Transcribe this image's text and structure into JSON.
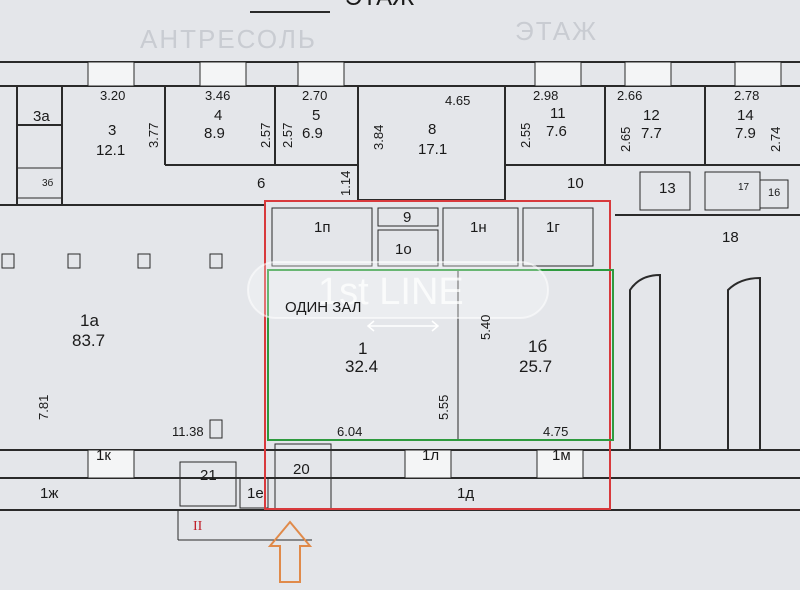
{
  "floor_heading": "ЭТАЖ",
  "ghost_text": [
    "АНТРЕСОЛЬ",
    "ЭТАЖ"
  ],
  "watermark": "1st LINE",
  "hall_caption": "ОДИН ЗАЛ",
  "rooms": [
    {
      "id": "3a",
      "label": "3а",
      "area": ""
    },
    {
      "id": "3",
      "label": "3",
      "area": "12.1"
    },
    {
      "id": "4",
      "label": "4",
      "area": "8.9"
    },
    {
      "id": "5",
      "label": "5",
      "area": "6.9"
    },
    {
      "id": "8",
      "label": "8",
      "area": "17.1"
    },
    {
      "id": "11",
      "label": "11",
      "area": "7.6"
    },
    {
      "id": "12",
      "label": "12",
      "area": "7.7"
    },
    {
      "id": "14",
      "label": "14",
      "area": "7.9"
    },
    {
      "id": "3b",
      "label": "3б",
      "area": ""
    },
    {
      "id": "6",
      "label": "6",
      "area": ""
    },
    {
      "id": "10",
      "label": "10",
      "area": ""
    },
    {
      "id": "13",
      "label": "13",
      "area": ""
    },
    {
      "id": "17",
      "label": "17",
      "area": ""
    },
    {
      "id": "16",
      "label": "16",
      "area": ""
    },
    {
      "id": "18",
      "label": "18",
      "area": ""
    },
    {
      "id": "9",
      "label": "9",
      "area": ""
    },
    {
      "id": "1p",
      "label": "1п",
      "area": ""
    },
    {
      "id": "1o",
      "label": "1о",
      "area": ""
    },
    {
      "id": "1n",
      "label": "1н",
      "area": ""
    },
    {
      "id": "1g",
      "label": "1г",
      "area": ""
    },
    {
      "id": "1a",
      "label": "1а",
      "area": "83.7"
    },
    {
      "id": "1",
      "label": "1",
      "area": "32.4"
    },
    {
      "id": "1b",
      "label": "1б",
      "area": "25.7"
    },
    {
      "id": "1k",
      "label": "1к",
      "area": ""
    },
    {
      "id": "21",
      "label": "21",
      "area": ""
    },
    {
      "id": "20",
      "label": "20",
      "area": ""
    },
    {
      "id": "1l",
      "label": "1л",
      "area": ""
    },
    {
      "id": "1m",
      "label": "1м",
      "area": ""
    },
    {
      "id": "1zh",
      "label": "1ж",
      "area": ""
    },
    {
      "id": "1e",
      "label": "1е",
      "area": ""
    },
    {
      "id": "1d",
      "label": "1д",
      "area": ""
    }
  ],
  "dimensions": [
    "3.20",
    "3.46",
    "2.70",
    "4.65",
    "2.98",
    "2.66",
    "2.78",
    "3.77",
    "2.57",
    "2.57",
    "3.84",
    "2.55",
    "2.65",
    "2.74",
    "1.14",
    "5.40",
    "5.55",
    "6.04",
    "4.75",
    "7.81",
    "11.38"
  ],
  "section_mark": "II",
  "colors": {
    "background": "#e4e6ea",
    "highlight_red": "#d8393c",
    "highlight_green": "#2e9a3e",
    "entrance_arrow": "#e08a4a",
    "section_mark": "#c0202a"
  }
}
